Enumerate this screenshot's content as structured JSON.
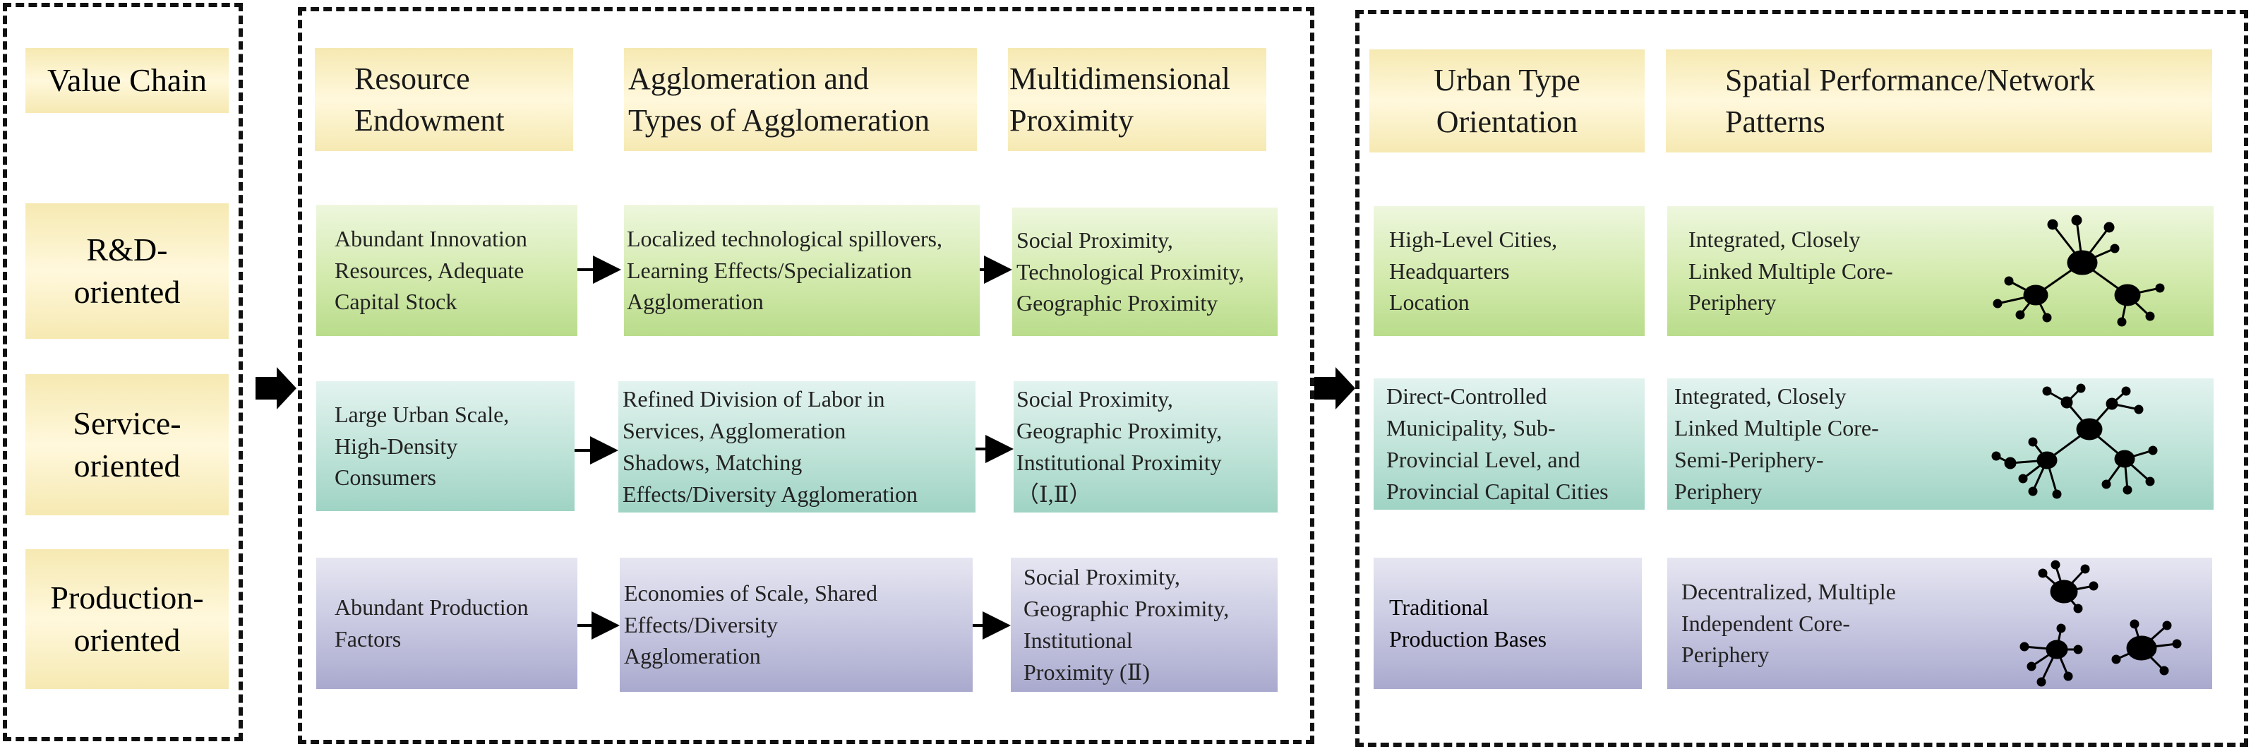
{
  "left": {
    "items": [
      {
        "lines": [
          "Value Chain"
        ]
      },
      {
        "lines": [
          "R&D-",
          "oriented"
        ]
      },
      {
        "lines": [
          "Service-",
          "oriented"
        ]
      },
      {
        "lines": [
          "Production-",
          "oriented"
        ]
      }
    ]
  },
  "middle": {
    "headers": [
      {
        "lines": [
          "Resource",
          "Endowment"
        ]
      },
      {
        "lines": [
          "Agglomeration and",
          "Types of Agglomeration"
        ]
      },
      {
        "lines": [
          "Multidimensional",
          "Proximity"
        ]
      }
    ],
    "rows": [
      [
        {
          "lines": [
            "Abundant Innovation",
            "Resources, Adequate",
            "Capital Stock"
          ]
        },
        {
          "lines": [
            "Localized technological spillovers,",
            "Learning Effects/Specialization",
            "Agglomeration"
          ]
        },
        {
          "lines": [
            "Social Proximity,",
            "Technological Proximity,",
            "Geographic Proximity"
          ]
        }
      ],
      [
        {
          "lines": [
            "Large Urban Scale,",
            "High-Density",
            "Consumers"
          ]
        },
        {
          "lines": [
            "Refined Division of Labor in",
            "Services, Agglomeration",
            "Shadows, Matching",
            "Effects/Diversity Agglomeration"
          ]
        },
        {
          "lines": [
            "Social Proximity,",
            "Geographic Proximity,",
            "Institutional Proximity",
            "（Ⅰ,Ⅱ）"
          ]
        }
      ],
      [
        {
          "lines": [
            "Abundant Production",
            "Factors"
          ]
        },
        {
          "lines": [
            "Economies of Scale, Shared",
            "Effects/Diversity",
            "Agglomeration"
          ]
        },
        {
          "lines": [
            "Social Proximity,",
            "Geographic Proximity,",
            "Institutional",
            "Proximity (Ⅱ)"
          ]
        }
      ]
    ]
  },
  "right": {
    "headers": [
      {
        "lines": [
          "Urban Type",
          "Orientation"
        ]
      },
      {
        "lines": [
          "Spatial Performance/Network",
          "Patterns"
        ]
      }
    ],
    "rows": [
      [
        {
          "lines": [
            "High-Level Cities,",
            "Headquarters",
            "Location"
          ]
        },
        {
          "lines": [
            "Integrated, Closely",
            "Linked Multiple Core-",
            "Periphery"
          ]
        }
      ],
      [
        {
          "lines": [
            "Direct-Controlled",
            "Municipality, Sub-",
            "Provincial Level, and",
            "Provincial Capital Cities"
          ]
        },
        {
          "lines": [
            "Integrated, Closely",
            "Linked Multiple Core-",
            "Semi-Periphery-",
            "Periphery"
          ]
        }
      ],
      [
        {
          "lines": [
            "Traditional",
            "Production Bases"
          ]
        },
        {
          "lines": [
            "Decentralized, Multiple",
            "Independent Core-",
            "Periphery"
          ]
        }
      ]
    ]
  },
  "colors": {
    "green": "#c8e4a0",
    "teal": "#b4ddd1",
    "lavender": "#bdbdd9",
    "header_yellow": "#f8edbf",
    "border": "#111111"
  }
}
